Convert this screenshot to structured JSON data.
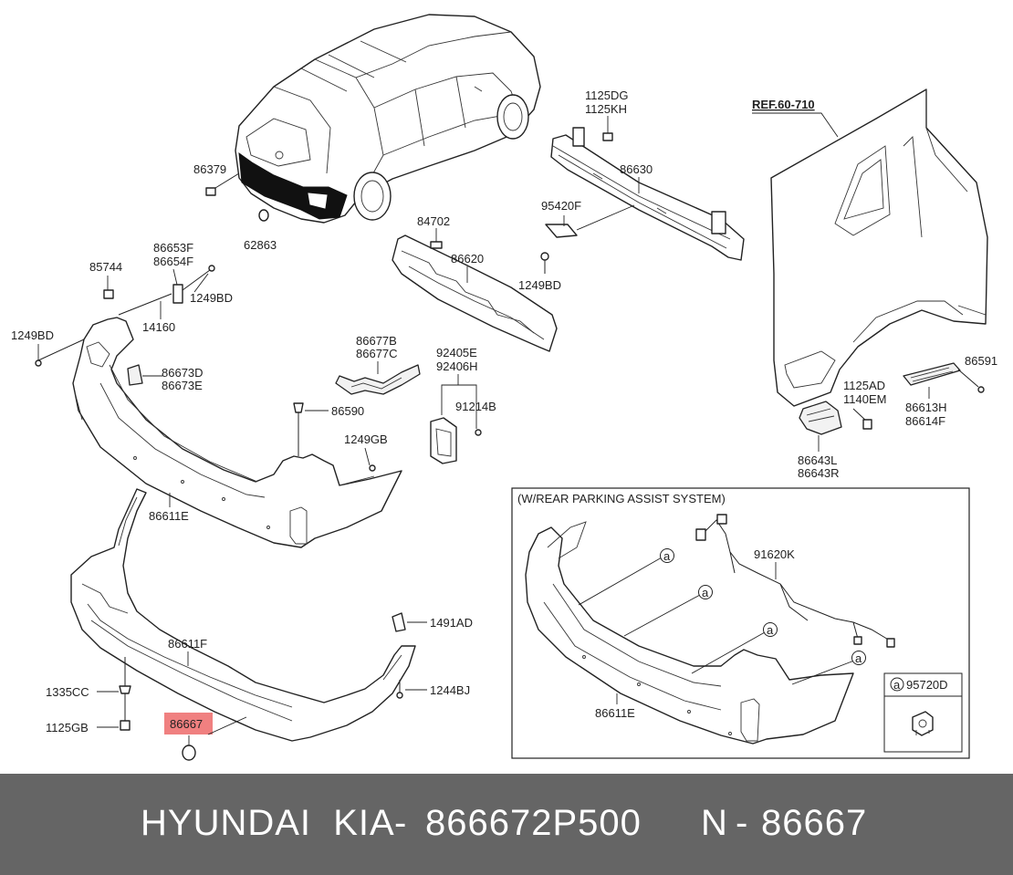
{
  "labels": {
    "l86379": "86379",
    "l62863": "62863",
    "l1125DG": "1125DG",
    "l1125KH": "1125KH",
    "l86630": "86630",
    "l95420F": "95420F",
    "l1249BD_a": "1249BD",
    "l84702": "84702",
    "l86620": "86620",
    "lREF": "REF.60-710",
    "l85744": "85744",
    "l86653F": "86653F",
    "l86654F": "86654F",
    "l1249BD_b": "1249BD",
    "l14160": "14160",
    "l1249BD_c": "1249BD",
    "l86677B": "86677B",
    "l86677C": "86677C",
    "l92405E": "92405E",
    "l92406H": "92406H",
    "l91214B": "91214B",
    "l86673D": "86673D",
    "l86673E": "86673E",
    "l86590": "86590",
    "l1249GB": "1249GB",
    "l86611E_a": "86611E",
    "l86591": "86591",
    "l1125AD": "1125AD",
    "l1140EM": "1140EM",
    "l86613H": "86613H",
    "l86614F": "86614F",
    "l86643L": "86643L",
    "l86643R": "86643R",
    "l1491AD": "1491AD",
    "l86611F": "86611F",
    "l1335CC": "1335CC",
    "l1244BJ": "1244BJ",
    "l1125GB": "1125GB",
    "l86667": "86667",
    "inset_title": "(W/REAR PARKING ASSIST SYSTEM)",
    "l91620K": "91620K",
    "l86611E_b": "86611E",
    "l95720D": "95720D",
    "callout_a": "a"
  },
  "highlight": {
    "part": "86667",
    "color": "#f08080"
  },
  "footer": {
    "brand": "HYUNDAI  KIA",
    "part_number": "866672P500",
    "ref": "86667",
    "separator": "-",
    "ref_prefix": "N"
  }
}
